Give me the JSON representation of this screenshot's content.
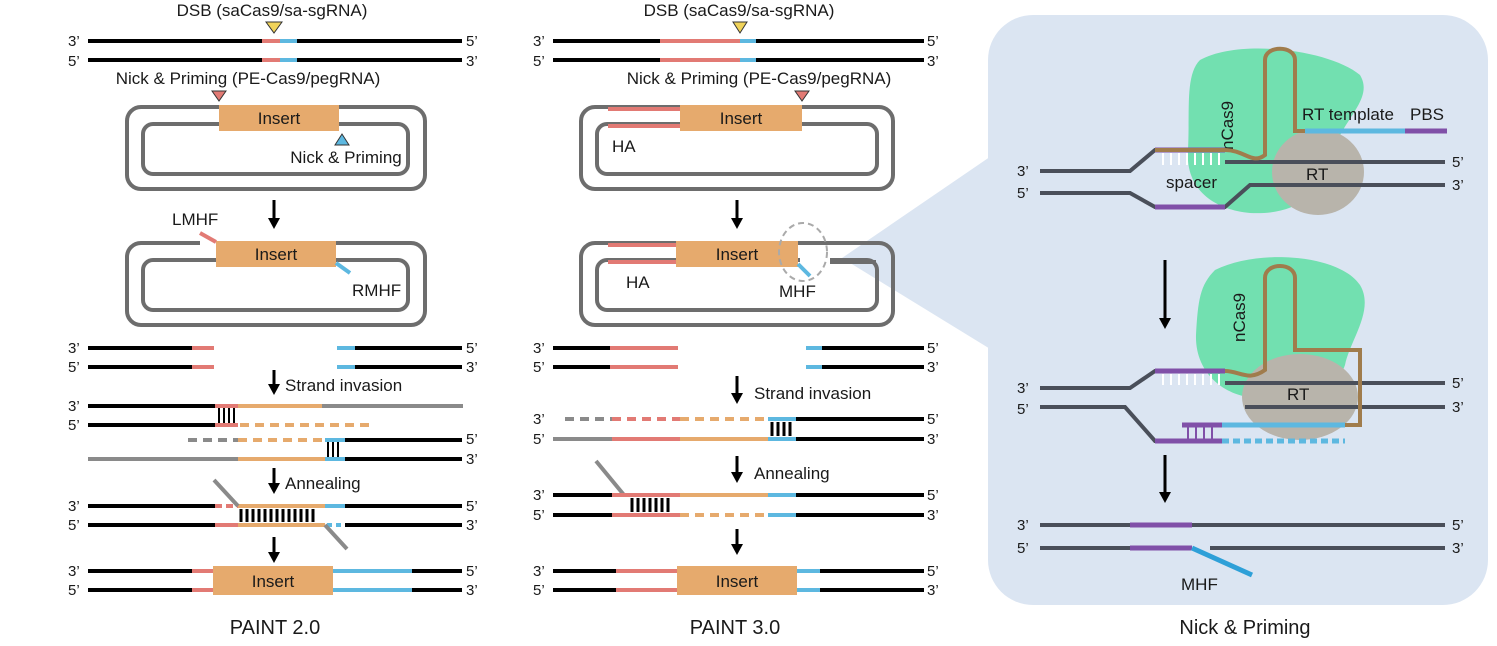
{
  "labels": {
    "dsb": "DSB (saCas9/sa-sgRNA)",
    "nick_priming_pe": "Nick & Priming (PE-Cas9/pegRNA)",
    "insert": "Insert",
    "nick_priming": "Nick & Priming",
    "lmhf": "LMHF",
    "rmhf": "RMHF",
    "ha": "HA",
    "mhf": "MHF",
    "strand_invasion": "Strand invasion",
    "annealing": "Annealing",
    "ncas9": "nCas9",
    "rt_template": "RT template",
    "pbs": "PBS",
    "rt": "RT",
    "spacer": "spacer",
    "end_3": "3’",
    "end_5": "5’"
  },
  "captions": {
    "paint2": "PAINT 2.0",
    "paint3": "PAINT 3.0",
    "nick": "Nick & Priming"
  },
  "colors": {
    "dna": "#000000",
    "plasmid": "#6d6d6d",
    "insert": "#e6aa6d",
    "homology_red": "#e27a74",
    "homology_blue": "#5db8e0",
    "spacer_purple": "#8050a8",
    "ncas9_green": "#72e0b0",
    "rt_gray": "#b8b4ab",
    "pegrna_brown": "#a07c4c",
    "panel_bg": "#dbe5f2"
  }
}
